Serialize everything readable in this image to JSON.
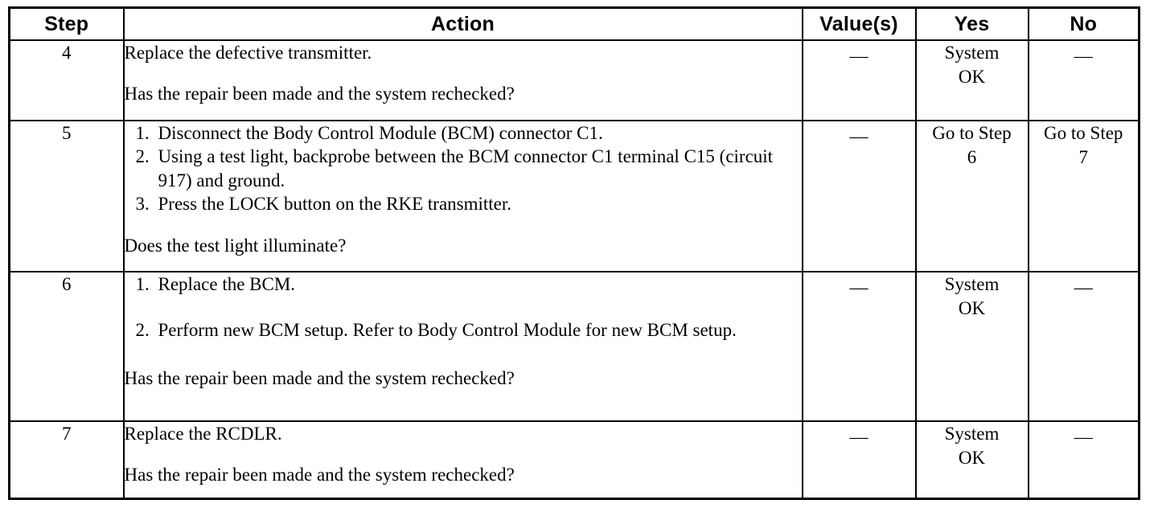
{
  "table": {
    "headers": {
      "step": "Step",
      "action": "Action",
      "value": "Value(s)",
      "yes": "Yes",
      "no": "No"
    },
    "rows": [
      {
        "step": "4",
        "action": {
          "lead": "Replace the defective transmitter.",
          "items": [],
          "question": "Has the repair been made and the system rechecked?"
        },
        "value": "—",
        "yes_line1": "System",
        "yes_line2": "OK",
        "no": "—"
      },
      {
        "step": "5",
        "action": {
          "lead": "",
          "items": [
            {
              "num": "1.",
              "text": "Disconnect the Body Control Module (BCM) connector C1."
            },
            {
              "num": "2.",
              "text": "Using a test light, backprobe between the BCM connector C1 terminal C15 (circuit 917) and ground."
            },
            {
              "num": "3.",
              "text": "Press the LOCK button on the RKE transmitter."
            }
          ],
          "question": "Does the test light illuminate?"
        },
        "value": "—",
        "yes_line1": "Go to Step",
        "yes_line2": "6",
        "no_line1": "Go to Step",
        "no_line2": "7"
      },
      {
        "step": "6",
        "action": {
          "lead": "",
          "items": [
            {
              "num": "1.",
              "text": "Replace the BCM."
            },
            {
              "num": "2.",
              "text": "Perform new BCM setup. Refer to Body Control Module for new BCM setup."
            }
          ],
          "question": "Has the repair been made and the system rechecked?"
        },
        "value": "—",
        "yes_line1": "System",
        "yes_line2": "OK",
        "no": "—"
      },
      {
        "step": "7",
        "action": {
          "lead": "Replace the RCDLR.",
          "items": [],
          "question": "Has the repair been made and the system rechecked?"
        },
        "value": "—",
        "yes_line1": "System",
        "yes_line2": "OK",
        "no": "—"
      }
    ]
  }
}
